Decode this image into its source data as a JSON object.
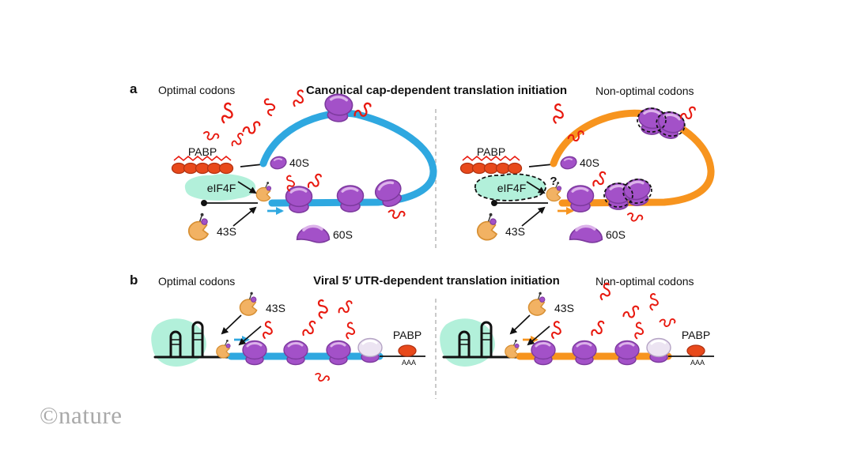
{
  "watermark": "©nature",
  "colors": {
    "mrna_optimal": "#2fa8e0",
    "mrna_nonoptimal": "#f7941e",
    "ribosome": "#a351c8",
    "ribosome_dark": "#7d3a9e",
    "ribosome_highlight": "#dcb2ea",
    "eif4f_fill": "#b2f0da",
    "nascent_peptide": "#e8190f",
    "pabp_fill": "#e8491b",
    "pabp_dark": "#b23312",
    "complex43s_fill": "#f2b263",
    "complex43s_dark": "#d78f33",
    "text": "#111111",
    "divider": "#b8b8b8",
    "watermark_gray": "#a9a9a9"
  },
  "panel_a": {
    "tag": "a",
    "title": "Canonical cap-dependent translation initiation",
    "optimal_heading": "Optimal codons",
    "nonoptimal_heading": "Non-optimal codons",
    "left": {
      "pabp": "PABP",
      "eif4f": "eIF4F",
      "s40": "40S",
      "s43": "43S",
      "s60": "60S"
    },
    "right": {
      "pabp": "PABP",
      "eif4f": "eIF4F",
      "s40": "40S",
      "s43": "43S",
      "s60": "60S",
      "question": "?"
    }
  },
  "panel_b": {
    "tag": "b",
    "title": "Viral 5′ UTR-dependent translation initiation",
    "optimal_heading": "Optimal codons",
    "nonoptimal_heading": "Non-optimal codons",
    "left": {
      "s43": "43S",
      "pabp": "PABP",
      "polya": "AAA"
    },
    "right": {
      "s43": "43S",
      "pabp": "PABP",
      "polya": "AAA"
    }
  }
}
